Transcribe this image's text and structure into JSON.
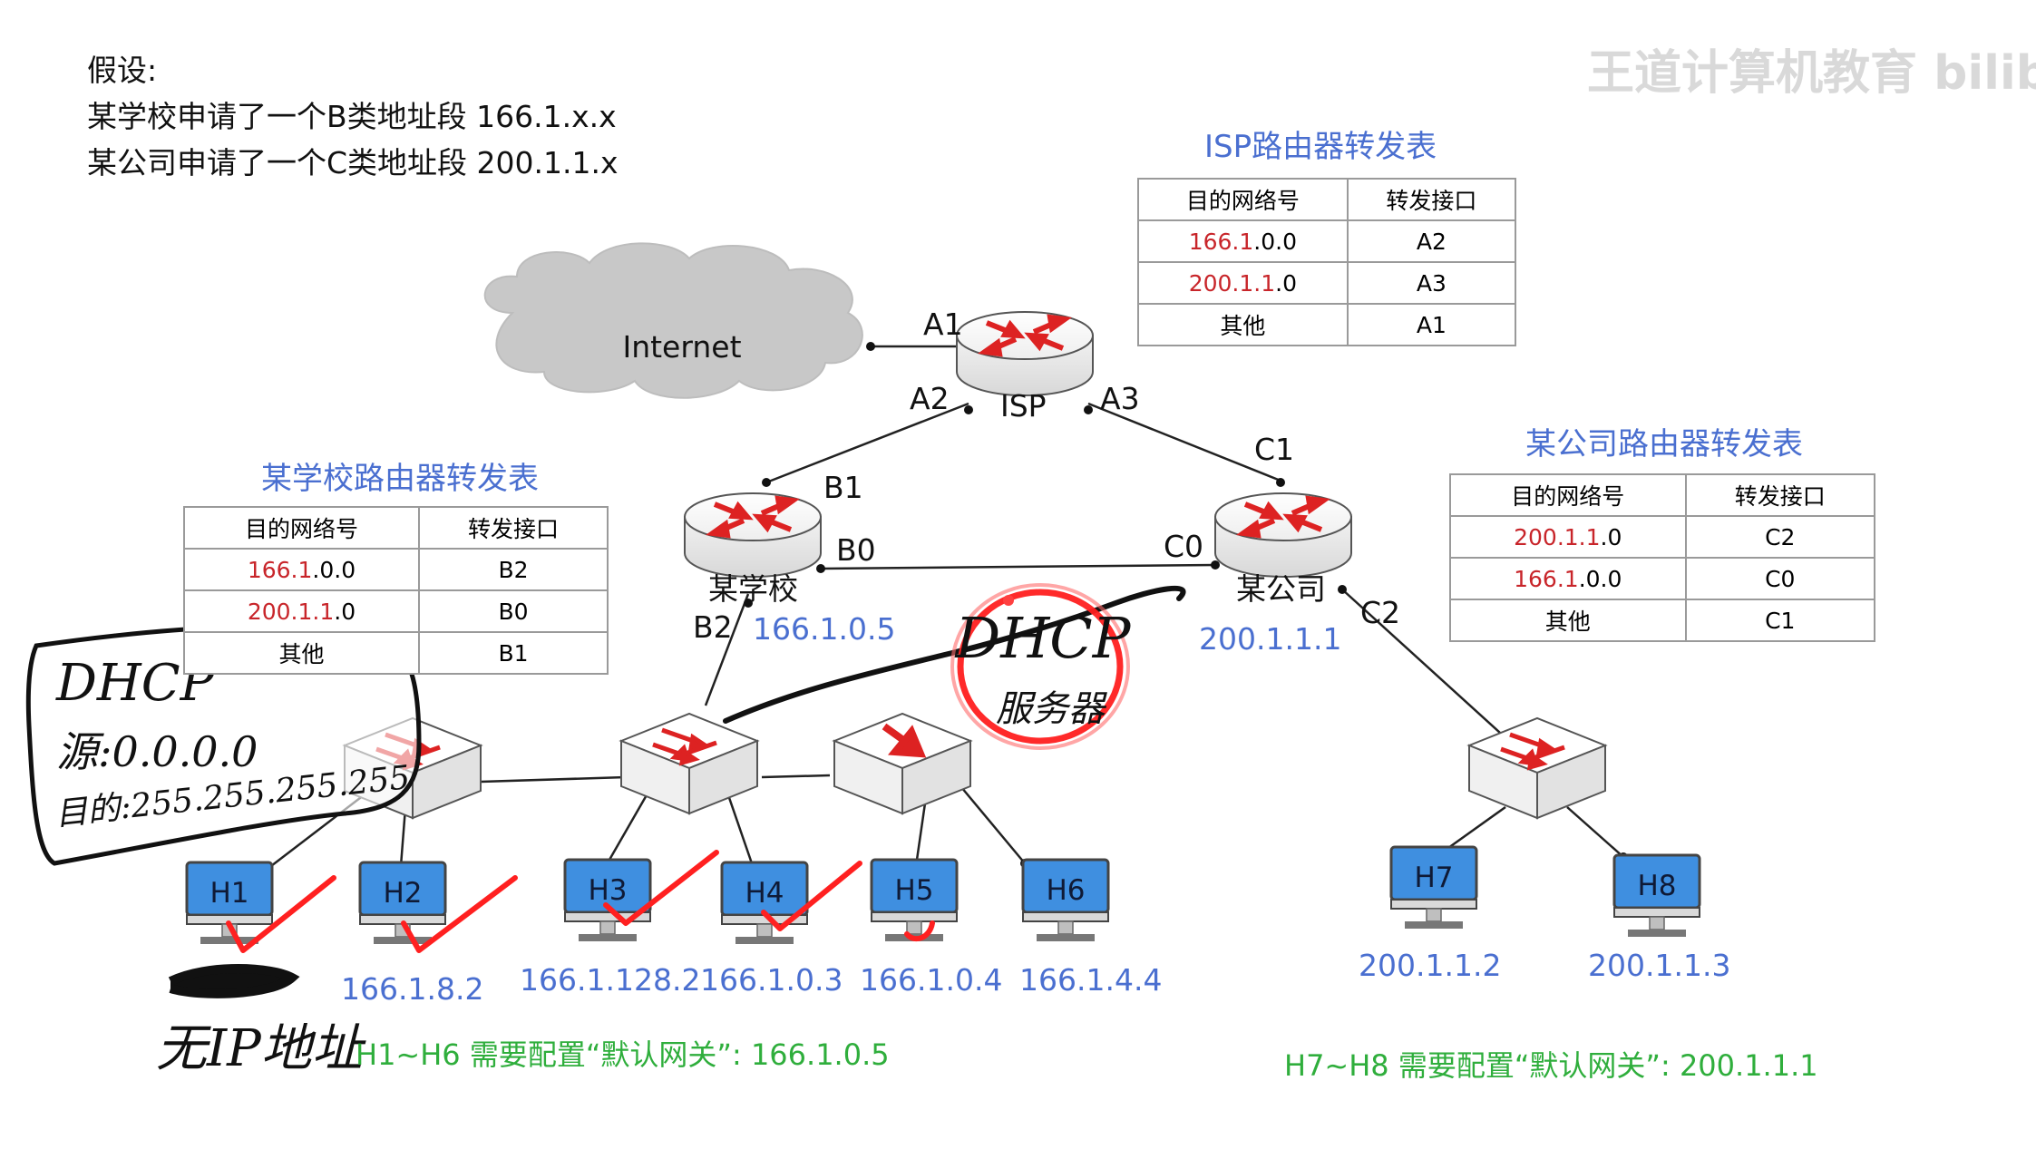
{
  "watermark": "王道计算机教育 bilibili",
  "assumption": {
    "heading": "假设:",
    "line1": "某学校申请了一个B类地址段 166.1.x.x",
    "line2": "某公司申请了一个C类地址段 200.1.1.x"
  },
  "internet_label": "Internet",
  "routers": {
    "isp": {
      "label": "ISP",
      "ports": {
        "a1": "A1",
        "a2": "A2",
        "a3": "A3"
      }
    },
    "school": {
      "label": "某学校",
      "ports": {
        "b0": "B0",
        "b1": "B1",
        "b2": "B2"
      },
      "ip": "166.1.0.5"
    },
    "company": {
      "label": "某公司",
      "ports": {
        "c0": "C0",
        "c1": "C1",
        "c2": "C2"
      },
      "ip": "200.1.1.1"
    }
  },
  "tables": {
    "isp": {
      "title": "ISP路由器转发表",
      "headers": [
        "目的网络号",
        "转发接口"
      ],
      "rows": [
        {
          "net_red": "166.1",
          "net_rest": ".0.0",
          "port": "A2"
        },
        {
          "net_red": "200.1.1",
          "net_rest": ".0",
          "port": "A3"
        },
        {
          "net_red": "",
          "net_rest": "其他",
          "port": "A1"
        }
      ]
    },
    "school": {
      "title": "某学校路由器转发表",
      "headers": [
        "目的网络号",
        "转发接口"
      ],
      "rows": [
        {
          "net_red": "166.1",
          "net_rest": ".0.0",
          "port": "B2"
        },
        {
          "net_red": "200.1.1",
          "net_rest": ".0",
          "port": "B0"
        },
        {
          "net_red": "",
          "net_rest": "其他",
          "port": "B1"
        }
      ]
    },
    "company": {
      "title": "某公司路由器转发表",
      "headers": [
        "目的网络号",
        "转发接口"
      ],
      "rows": [
        {
          "net_red": "200.1.1",
          "net_rest": ".0",
          "port": "C2"
        },
        {
          "net_red": "166.1",
          "net_rest": ".0.0",
          "port": "C0"
        },
        {
          "net_red": "",
          "net_rest": "其他",
          "port": "C1"
        }
      ]
    }
  },
  "hosts": [
    {
      "name": "H1",
      "ip": ""
    },
    {
      "name": "H2",
      "ip": "166.1.8.2"
    },
    {
      "name": "H3",
      "ip": "166.1.128.2"
    },
    {
      "name": "H4",
      "ip": "166.1.0.3"
    },
    {
      "name": "H5",
      "ip": "166.1.0.4"
    },
    {
      "name": "H6",
      "ip": "166.1.4.4"
    },
    {
      "name": "H7",
      "ip": "200.1.1.2"
    },
    {
      "name": "H8",
      "ip": "200.1.1.3"
    }
  ],
  "gateway_notes": {
    "school": "H1~H6 需要配置“默认网关”: 166.1.0.5",
    "company": "H7~H8 需要配置“默认网关”: 200.1.1.1"
  },
  "handwriting": {
    "dhcp_box": {
      "line1": "DHCP",
      "line2": "源:0.0.0.0",
      "line3": "目的:255.255.255.255"
    },
    "dhcp_server": {
      "line1": "DHCP",
      "line2": "服务器"
    },
    "no_ip": "无IP地址"
  },
  "colors": {
    "blue_text": "#4a6fd0",
    "red_text": "#c8252a",
    "green_text": "#2fae3c",
    "host_screen": "#3f8fe0",
    "annotation_red": "#ff2a2a"
  }
}
